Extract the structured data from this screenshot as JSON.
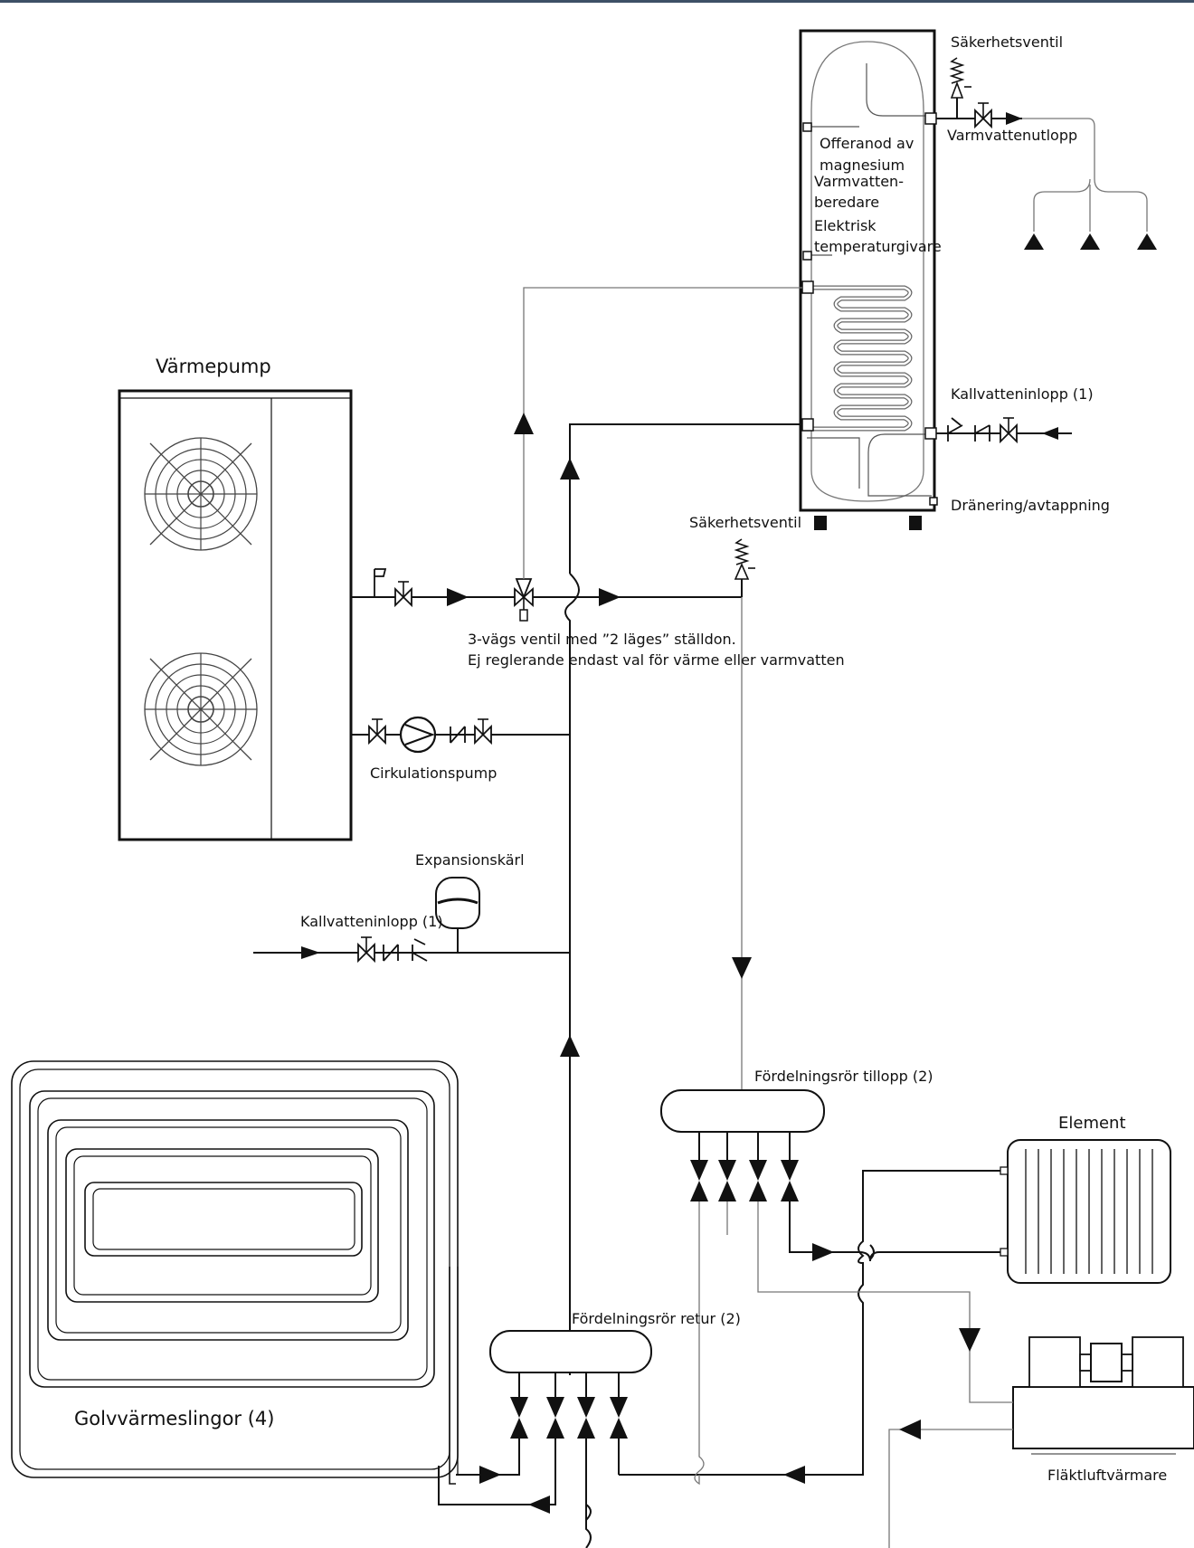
{
  "labels": {
    "heat_pump": "Värmepump",
    "safety_valve_tank": "Säkerhetsventil",
    "anode_1": "Offeranod av",
    "anode_2": "magnesium",
    "water_heater_1": "Varmvatten-",
    "water_heater_2": "beredare",
    "temp_sensor_1": "Elektrisk",
    "temp_sensor_2": "temperaturgivare",
    "hot_water_outlet": "Varmvattenutlopp",
    "cold_inlet_tank": "Kallvatteninlopp (1)",
    "drainage": "Dränering/avtappning",
    "safety_valve_line": "Säkerhetsventil",
    "three_way_1": "3-vägs ventil med ”2 läges” ställdon.",
    "three_way_2": "Ej reglerande endast val för värme eller varmvatten",
    "circ_pump": "Cirkulationspump",
    "expansion": "Expansionskärl",
    "cold_inlet_main": "Kallvatteninlopp (1)",
    "manifold_supply": "Fördelningsrör tillopp (2)",
    "element": "Element",
    "manifold_return": "Fördelningsrör retur (2)",
    "floor_heating": "Golvvärmeslingor (4)",
    "fan_coil": "Fläktluftvärmare"
  }
}
